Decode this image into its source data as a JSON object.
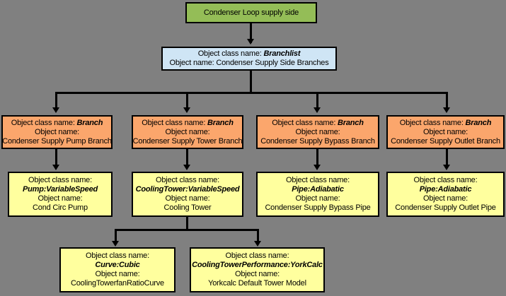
{
  "diagram": {
    "title": "Condenser Loop supply side",
    "background_color": "#808080",
    "labels": {
      "class_label": "Object class name:",
      "class_label_inline": "Object class name:",
      "name_label": "Object name:"
    },
    "colors": {
      "root": "#94bd57",
      "branchlist": "#cfe5f5",
      "branch": "#fba66c",
      "component": "#ffff9e",
      "edge": "#000000"
    },
    "nodes": {
      "root": {
        "text": "Condenser Loop supply side"
      },
      "branchlist": {
        "class_label": "Object class name:",
        "class_name": "Branchlist",
        "name_label": "Object name:",
        "object_name": "Condenser Supply Side Branches"
      },
      "branches": [
        {
          "class_label": "Object class name:",
          "class_name": "Branch",
          "name_label": "Object name:",
          "object_name": "Condenser Supply Pump Branch"
        },
        {
          "class_label": "Object class name:",
          "class_name": "Branch",
          "name_label": "Object name:",
          "object_name": "Condenser Supply Tower Branch"
        },
        {
          "class_label": "Object class name:",
          "class_name": "Branch",
          "name_label": "Object name:",
          "object_name": "Condenser Supply Bypass Branch"
        },
        {
          "class_label": "Object class name:",
          "class_name": "Branch",
          "name_label": "Object name:",
          "object_name": "Condenser Supply Outlet Branch"
        }
      ],
      "components": [
        {
          "class_label": "Object class name:",
          "class_name": "Pump:VariableSpeed",
          "name_label": "Object name:",
          "object_name": "Cond Circ Pump"
        },
        {
          "class_label": "Object class name:",
          "class_name": "CoolingTower:VariableSpeed",
          "name_label": "Object name:",
          "object_name": "Cooling Tower"
        },
        {
          "class_label": "Object class name:",
          "class_name": "Pipe:Adiabatic",
          "name_label": "Object name:",
          "object_name": "Condenser Supply Bypass Pipe"
        },
        {
          "class_label": "Object class name:",
          "class_name": "Pipe:Adiabatic",
          "name_label": "Object name:",
          "object_name": "Condenser Supply Outlet Pipe"
        }
      ],
      "subcomponents": [
        {
          "class_label": "Object class name:",
          "class_name": "Curve:Cubic",
          "name_label": "Object name:",
          "object_name": "CoolingTowerfanRatioCurve"
        },
        {
          "class_label": "Object class name:",
          "class_name": "CoolingTowerPerformance:YorkCalc",
          "name_label": "Object name:",
          "object_name": "Yorkcalc Default Tower Model"
        }
      ]
    }
  }
}
